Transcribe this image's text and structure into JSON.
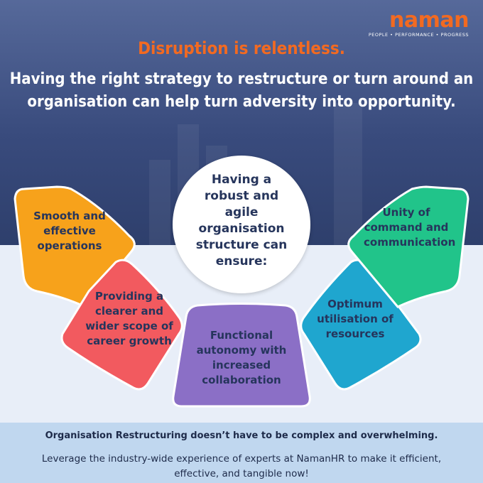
{
  "brand": {
    "name": "naman",
    "tagline": "PEOPLE • PERFORMANCE • PROGRESS",
    "accent": "#f26a21"
  },
  "headline": "Disruption is relentless.",
  "subheadline": "Having the right strategy to restructure or turn around an organisation can help turn adversity into opportunity.",
  "center_text": "Having a robust and agile organisation structure can ensure:",
  "petals": [
    {
      "label": "Smooth and effective operations",
      "color": "#f7a21b"
    },
    {
      "label": "Providing a clearer and wider scope of career growth",
      "color": "#f25a5f"
    },
    {
      "label": "Functional autonomy with increased collaboration",
      "color": "#8b6fc6"
    },
    {
      "label": "Optimum utilisation of resources",
      "color": "#1fa6cf"
    },
    {
      "label": "Unity of command and communication",
      "color": "#21c48a"
    }
  ],
  "footer": {
    "line1": "Organisation Restructuring doesn’t have to be complex and overwhelming.",
    "line2": "Leverage the industry-wide experience of experts at NamanHR to make it efficient, effective, and tangible now!"
  }
}
